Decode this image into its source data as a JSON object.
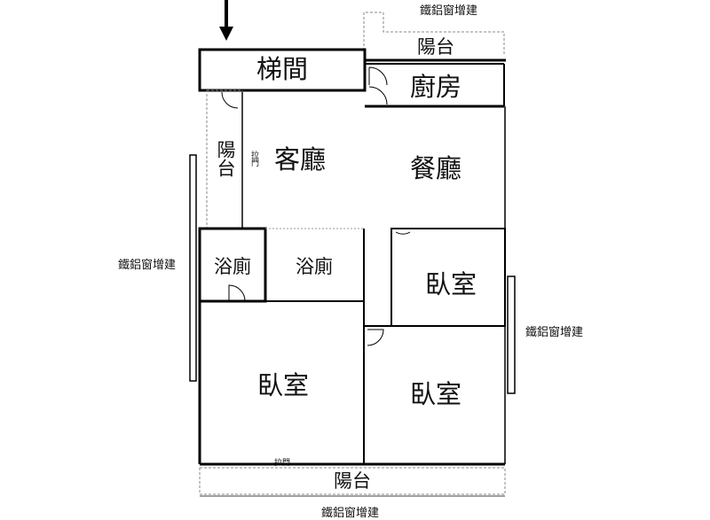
{
  "rooms": {
    "stairwell": "梯間",
    "kitchen": "廚房",
    "living_room": "客廳",
    "dining_room": "餐廳",
    "bathroom_left": "浴廁",
    "bathroom_center": "浴廁",
    "bedroom_small": "臥室",
    "bedroom_bottom_left": "臥室",
    "bedroom_bottom_right": "臥室",
    "balcony_top": "陽台",
    "balcony_left": "陽台",
    "balcony_bottom": "陽台"
  },
  "annotations": {
    "window_addition_top": "鐵鋁窗增建",
    "window_addition_left": "鐵鋁窗增建",
    "window_addition_right": "鐵鋁窗增建",
    "window_addition_bottom": "鐵鋁窗增建",
    "sliding_door_left": "拉門",
    "sliding_door_bottom": "拉門"
  }
}
